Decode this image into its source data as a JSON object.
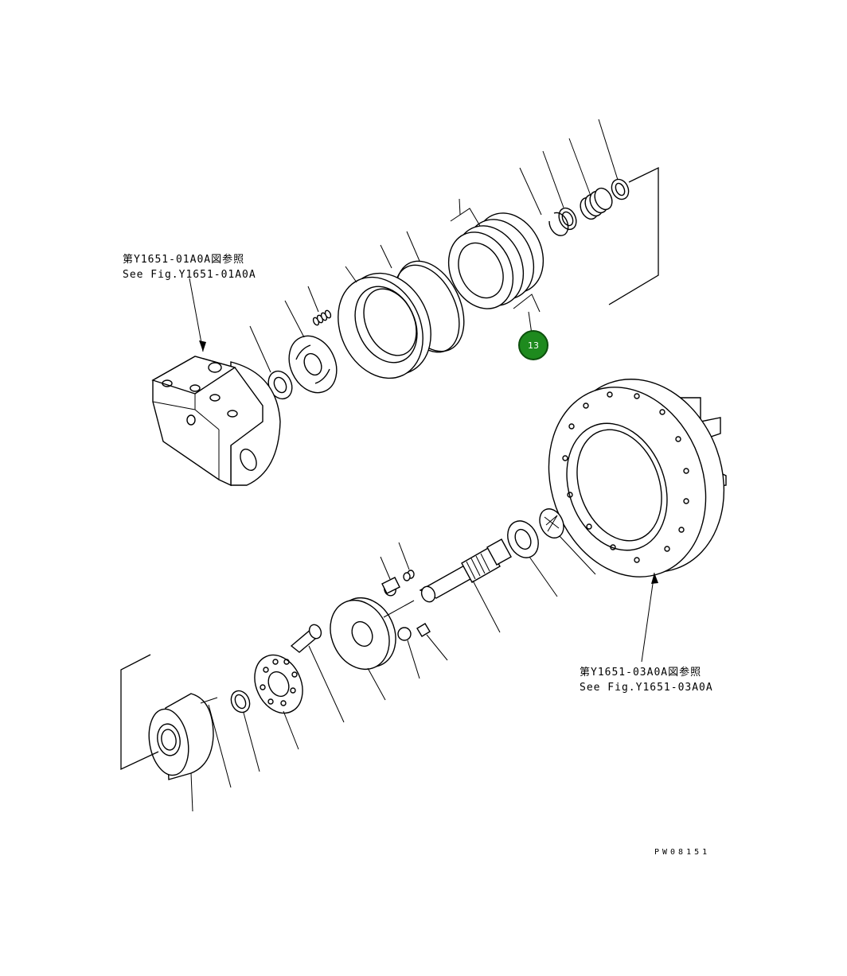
{
  "references": {
    "top": {
      "line_jp": "第Y1651-01A0A図参照",
      "line_en": "See Fig.Y1651-01A0A"
    },
    "bottom": {
      "line_jp": "第Y1651-03A0A図参照",
      "line_en": "See Fig.Y1651-03A0A"
    }
  },
  "callout": {
    "label": "13",
    "color": "#1e8a1e"
  },
  "drawing_code": "PW08151"
}
